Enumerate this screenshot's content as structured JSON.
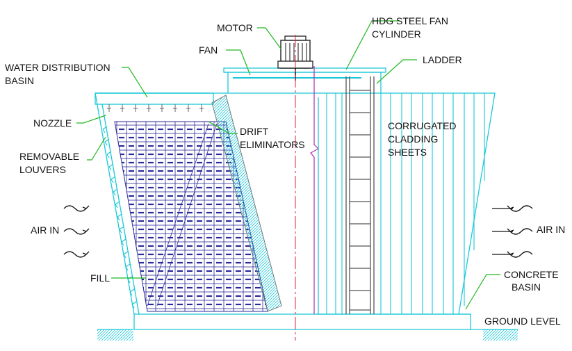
{
  "labels": {
    "motor": "MOTOR",
    "hdg_line1": "HDG STEEL FAN",
    "hdg_line2": "CYLINDER",
    "fan": "FAN",
    "ladder": "LADDER",
    "water_line1": "WATER DISTRIBUTION",
    "water_line2": "BASIN",
    "nozzle": "NOZZLE",
    "drift_line1": "DRIFT",
    "drift_line2": "ELIMINATORS",
    "corr_line1": "CORRUGATED",
    "corr_line2": "CLADDING",
    "corr_line3": "SHEETS",
    "louvers_line1": "REMOVABLE",
    "louvers_line2": "LOUVERS",
    "air_in_left": "AIR IN",
    "air_in_right": "AIR IN",
    "fill": "FILL",
    "concrete_line1": "CONCRETE",
    "concrete_line2": "BASIN",
    "ground_level": "GROUND LEVEL"
  },
  "colors": {
    "structure": "#19c8d8",
    "leader": "#21b821",
    "fill_media": "#2a2a9a",
    "centerline": "#e0203a",
    "text": "#111111"
  }
}
